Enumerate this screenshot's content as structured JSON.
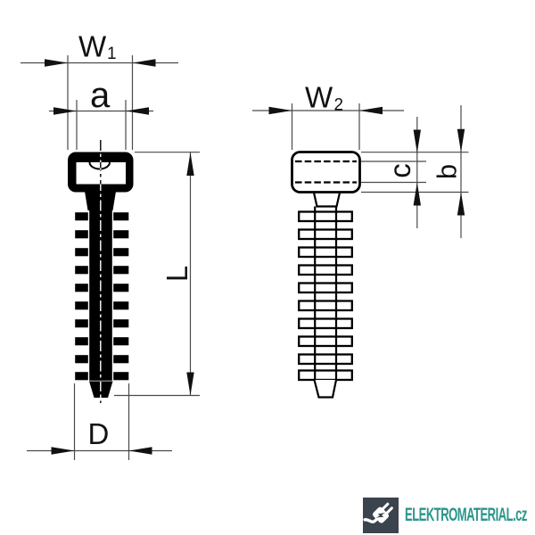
{
  "drawing": {
    "title": "cable-tie-anchor-dimension-drawing",
    "dimensions": {
      "w1": {
        "main": "W",
        "sub": "1"
      },
      "a": {
        "label": "a"
      },
      "l": {
        "label": "L"
      },
      "d": {
        "label": "D"
      },
      "w2": {
        "main": "W",
        "sub": "2"
      },
      "c": {
        "label": "c"
      },
      "b": {
        "label": "b"
      }
    }
  },
  "logo": {
    "brand": "ELEKTROMATERIAL",
    "tld": ".cz"
  },
  "colors": {
    "object_line": "#000000",
    "dimension_line": "#4a4a4a",
    "logo_background": "#3b434d",
    "logo_text": "#2a958b"
  }
}
